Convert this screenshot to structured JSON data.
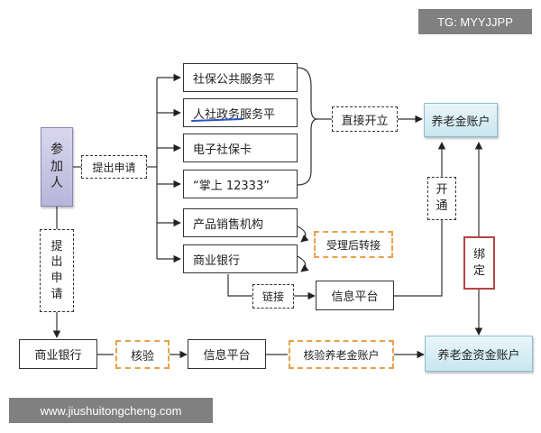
{
  "watermark_top": "TG: MYYJJPP",
  "watermark_bottom": "www.jiushuitongcheng.com",
  "participant": [
    "参",
    "加",
    "人"
  ],
  "submit_application_h": "提出申请",
  "submit_application_v": [
    "提",
    "出",
    "申",
    "请"
  ],
  "channels": [
    "社保公共服务平",
    "人社政务服务平",
    "电子社保卡",
    "“掌上 12333”",
    "产品销售机构",
    "商业银行"
  ],
  "direct_open": "直接开立",
  "pension_account": "养老金账户",
  "open_v": [
    "开",
    "通"
  ],
  "accept_transfer": "受理后转接",
  "link": "链接",
  "info_platform_mid": "信息平台",
  "bind_v": [
    "绑",
    "定"
  ],
  "commercial_bank_bottom": "商业银行",
  "verify": "核验",
  "info_platform_bottom": "信息平台",
  "verify_pension_account": "核验养老金账户",
  "pension_fund_account": "养老金资金账户"
}
